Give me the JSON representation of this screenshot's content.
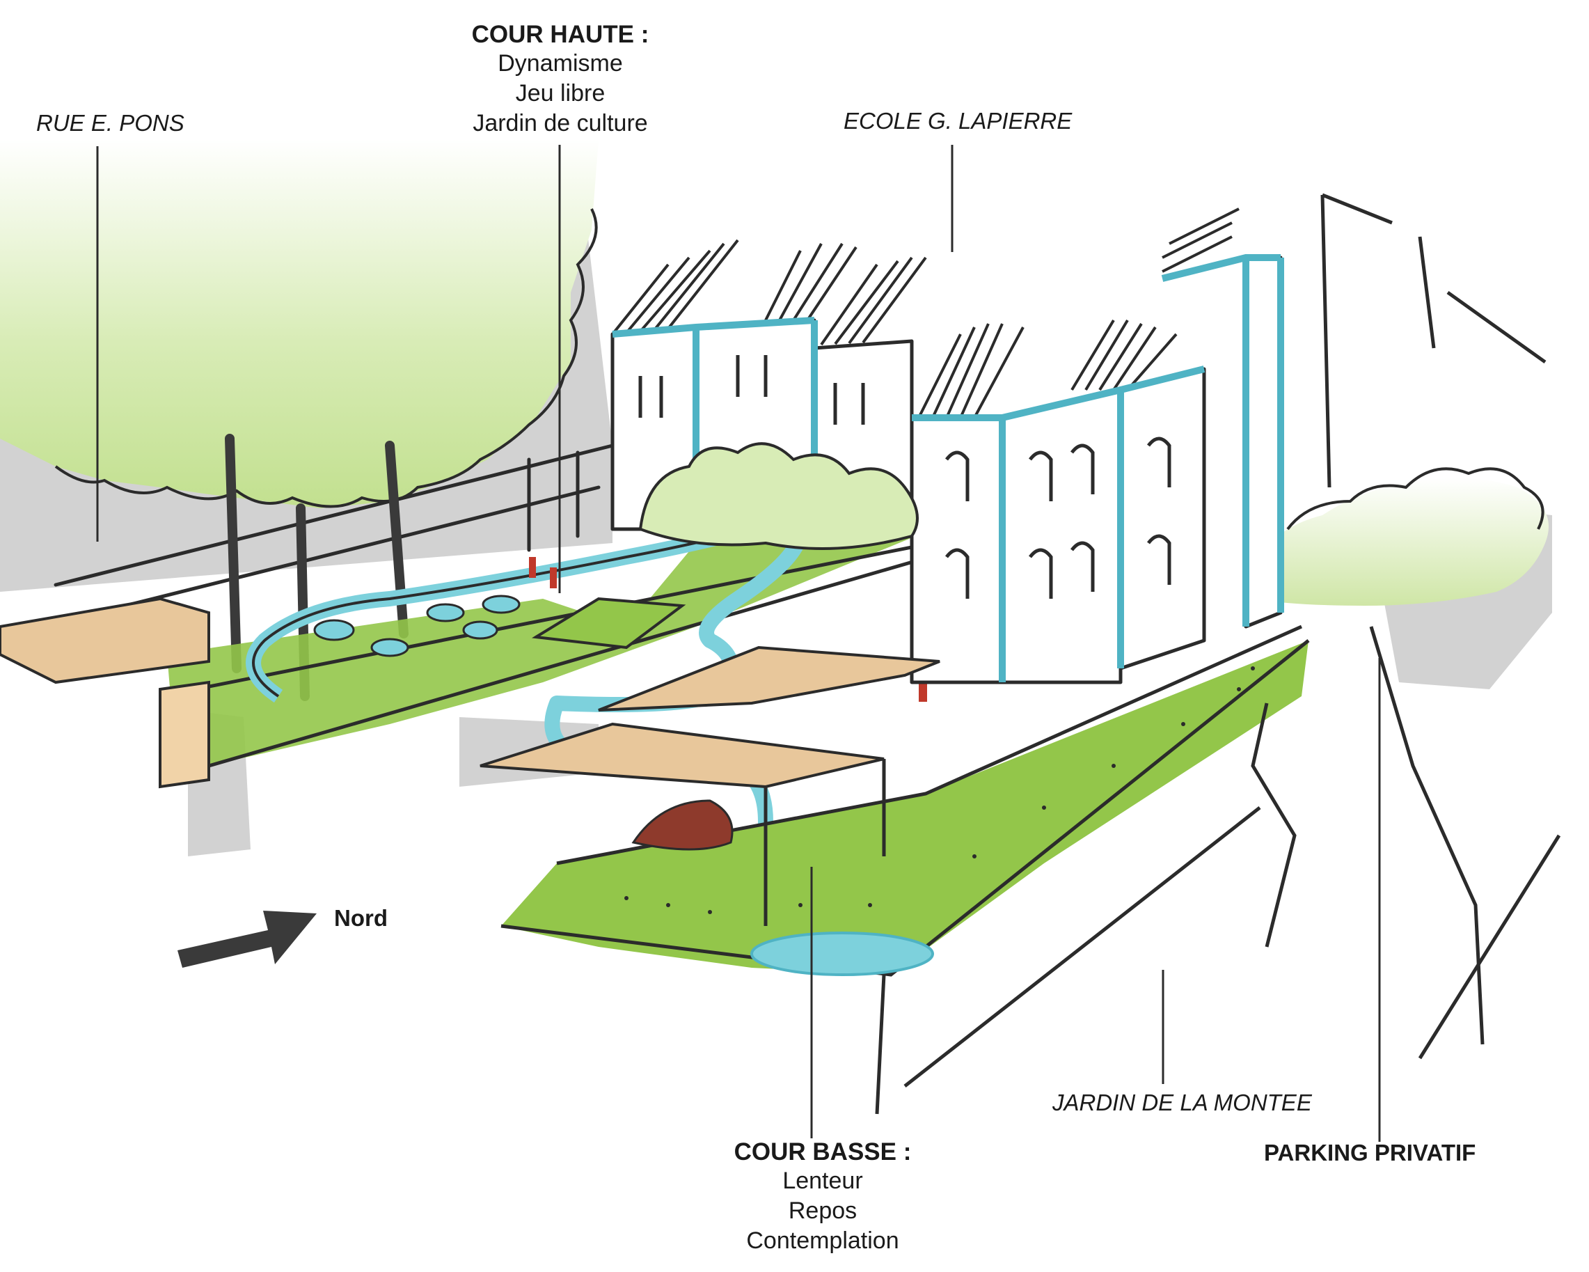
{
  "colors": {
    "grass": "#93c64a",
    "grass_light": "#c6e29b",
    "water": "#7dd1dc",
    "water_line": "#4fb3c4",
    "wood": "#e8c79b",
    "shadow": "#c9c9c9",
    "ink": "#2b2b2b",
    "brick": "#c0392b",
    "rock": "#8e3a2c"
  },
  "labels": {
    "rue": "RUE E. PONS",
    "cour_haute": {
      "title": "COUR HAUTE :",
      "lines": [
        "Dynamisme",
        "Jeu libre",
        "Jardin de culture"
      ]
    },
    "ecole": "ECOLE G. LAPIERRE",
    "nord": "Nord",
    "cour_basse": {
      "title": "COUR BASSE :",
      "lines": [
        "Lenteur",
        "Repos",
        "Contemplation"
      ]
    },
    "jardin": "JARDIN DE LA MONTEE",
    "parking": "PARKING PRIVATIF"
  }
}
